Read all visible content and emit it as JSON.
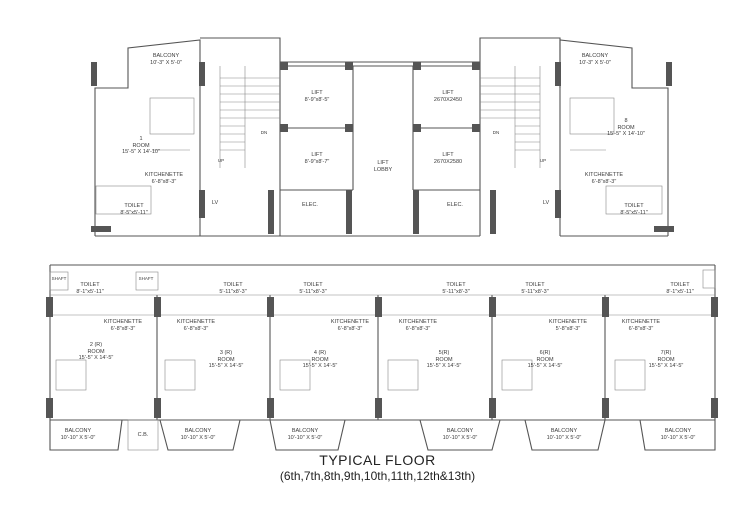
{
  "title": "TYPICAL FLOOR",
  "subtitle": "(6th,7th,8th,9th,10th,11th,12th&13th)",
  "core": {
    "lift1": {
      "name": "LIFT",
      "size": "8'-9\"x8'-5\""
    },
    "lift2": {
      "name": "LIFT",
      "size": "8'-9\"x8'-7\""
    },
    "lift3": {
      "name": "LIFT",
      "size": "2670X2450"
    },
    "lift4": {
      "name": "LIFT",
      "size": "2670X2580"
    },
    "lobby_line1": "LIFT",
    "lobby_line2": "LOBBY",
    "elec": "ELEC.",
    "lv": "LV",
    "up": "UP",
    "dn": "DN",
    "shaft": "SHAFT",
    "cb": "C.B."
  },
  "units": [
    {
      "id": "1",
      "room": "ROOM",
      "room_size": "15'-5\" X 14'-10\"",
      "kitchen": "KITCHENETTE",
      "kitchen_size": "6'-8\"x8'-3\"",
      "toilet": "TOILET",
      "toilet_size": "8'-5\"x5'-11\"",
      "balcony": "BALCONY",
      "balcony_size": "10'-3\" X 5'-0\""
    },
    {
      "id": "8",
      "room": "ROOM",
      "room_size": "15'-5\" X 14'-10\"",
      "kitchen": "KITCHENETTE",
      "kitchen_size": "6'-8\"x8'-3\"",
      "toilet": "TOILET",
      "toilet_size": "8'-5\"x5'-11\"",
      "balcony": "BALCONY",
      "balcony_size": "10'-3\" X 5'-0\""
    },
    {
      "id": "2 (R)",
      "room": "ROOM",
      "room_size": "15'-5\" X 14'-5\"",
      "kitchen": "KITCHENETTE",
      "kitchen_size": "6'-8\"x8'-3\"",
      "toilet": "TOILET",
      "toilet_size": "8'-1\"x5'-11\"",
      "balcony": "BALCONY",
      "balcony_size": "10'-10\" X 5'-0\""
    },
    {
      "id": "3 (R)",
      "room": "ROOM",
      "room_size": "15'-5\" X 14'-5\"",
      "kitchen": "KITCHENETTE",
      "kitchen_size": "6'-8\"x8'-3\"",
      "toilet": "TOILET",
      "toilet_size": "5'-11\"x8'-3\"",
      "balcony": "BALCONY",
      "balcony_size": "10'-10\" X 5'-0\""
    },
    {
      "id": "4 (R)",
      "room": "ROOM",
      "room_size": "15'-5\" X 14'-5\"",
      "kitchen": "KITCHENETTE",
      "kitchen_size": "6'-8\"x8'-3\"",
      "toilet": "TOILET",
      "toilet_size": "5'-11\"x8'-3\"",
      "balcony": "BALCONY",
      "balcony_size": "10'-10\" X 5'-0\""
    },
    {
      "id": "5(R)",
      "room": "ROOM",
      "room_size": "15'-5\" X 14'-5\"",
      "kitchen": "KITCHENETTE",
      "kitchen_size": "6'-8\"x8'-3\"",
      "toilet": "TOILET",
      "toilet_size": "5'-11\"x8'-3\"",
      "balcony": "BALCONY",
      "balcony_size": "10'-10\" X 5'-0\""
    },
    {
      "id": "6(R)",
      "room": "ROOM",
      "room_size": "15'-5\" X 14'-5\"",
      "kitchen": "KITCHENETTE",
      "kitchen_size": "5'-8\"x8'-3\"",
      "toilet": "TOILET",
      "toilet_size": "5'-11\"x8'-3\"",
      "balcony": "BALCONY",
      "balcony_size": "10'-10\" X 5'-0\""
    },
    {
      "id": "7(R)",
      "room": "ROOM",
      "room_size": "15'-5\" X 14'-5\"",
      "kitchen": "KITCHENETTE",
      "kitchen_size": "6'-8\"x8'-3\"",
      "toilet": "TOILET",
      "toilet_size": "8'-1\"x5'-11\"",
      "balcony": "BALCONY",
      "balcony_size": "10'-10\" X 5'-0\""
    }
  ]
}
